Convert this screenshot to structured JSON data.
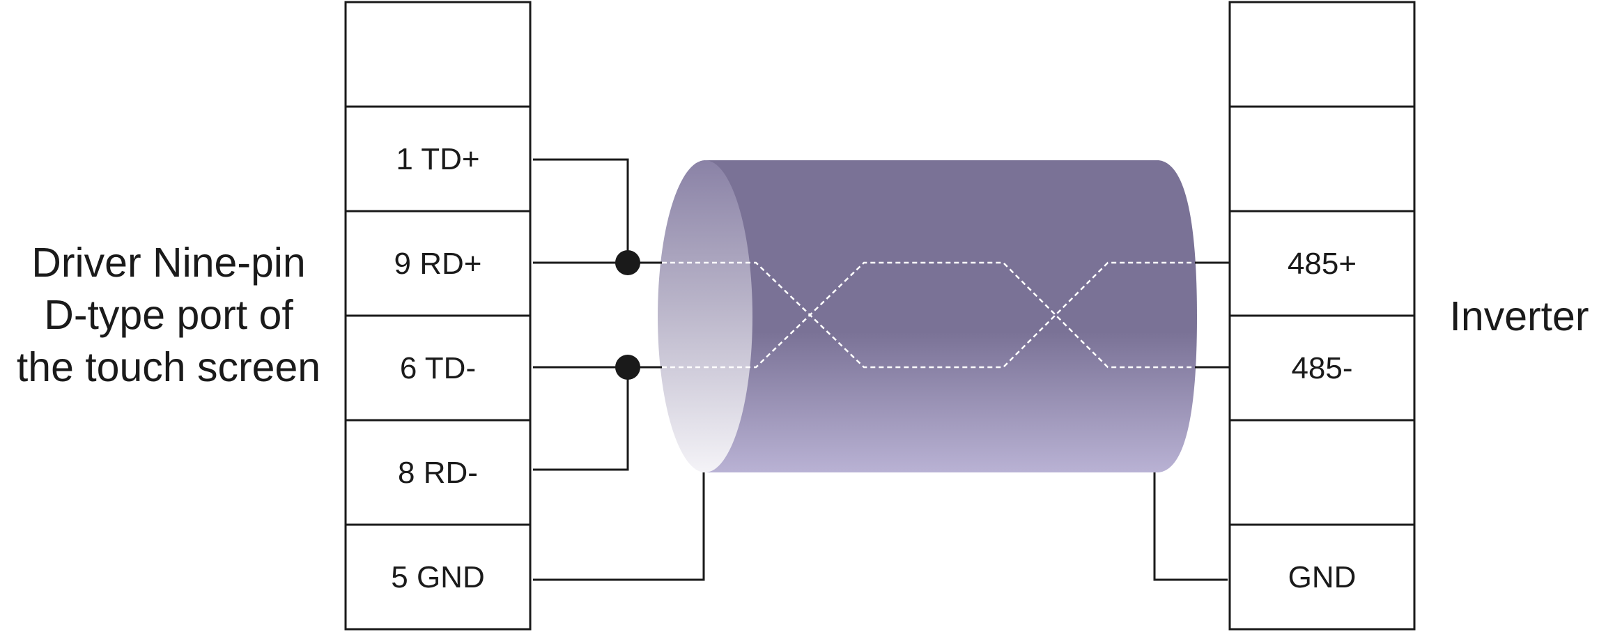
{
  "left_connector": {
    "title_lines": [
      "Driver Nine-pin",
      "D-type port of",
      "the touch screen"
    ],
    "pins": [
      "",
      "1 TD+",
      "9 RD+",
      "6 TD-",
      "8 RD-",
      "5 GND"
    ]
  },
  "right_connector": {
    "title": "Inverter",
    "pins": [
      "",
      "",
      "485+",
      "485-",
      "",
      "GND"
    ]
  },
  "colors": {
    "line": "#1a1a1a",
    "cable_top": "#7a7296",
    "cable_bottom": "#b8b0d2",
    "cable_end_light": "#f2f1f5",
    "dashed_wire": "#ffffff"
  }
}
